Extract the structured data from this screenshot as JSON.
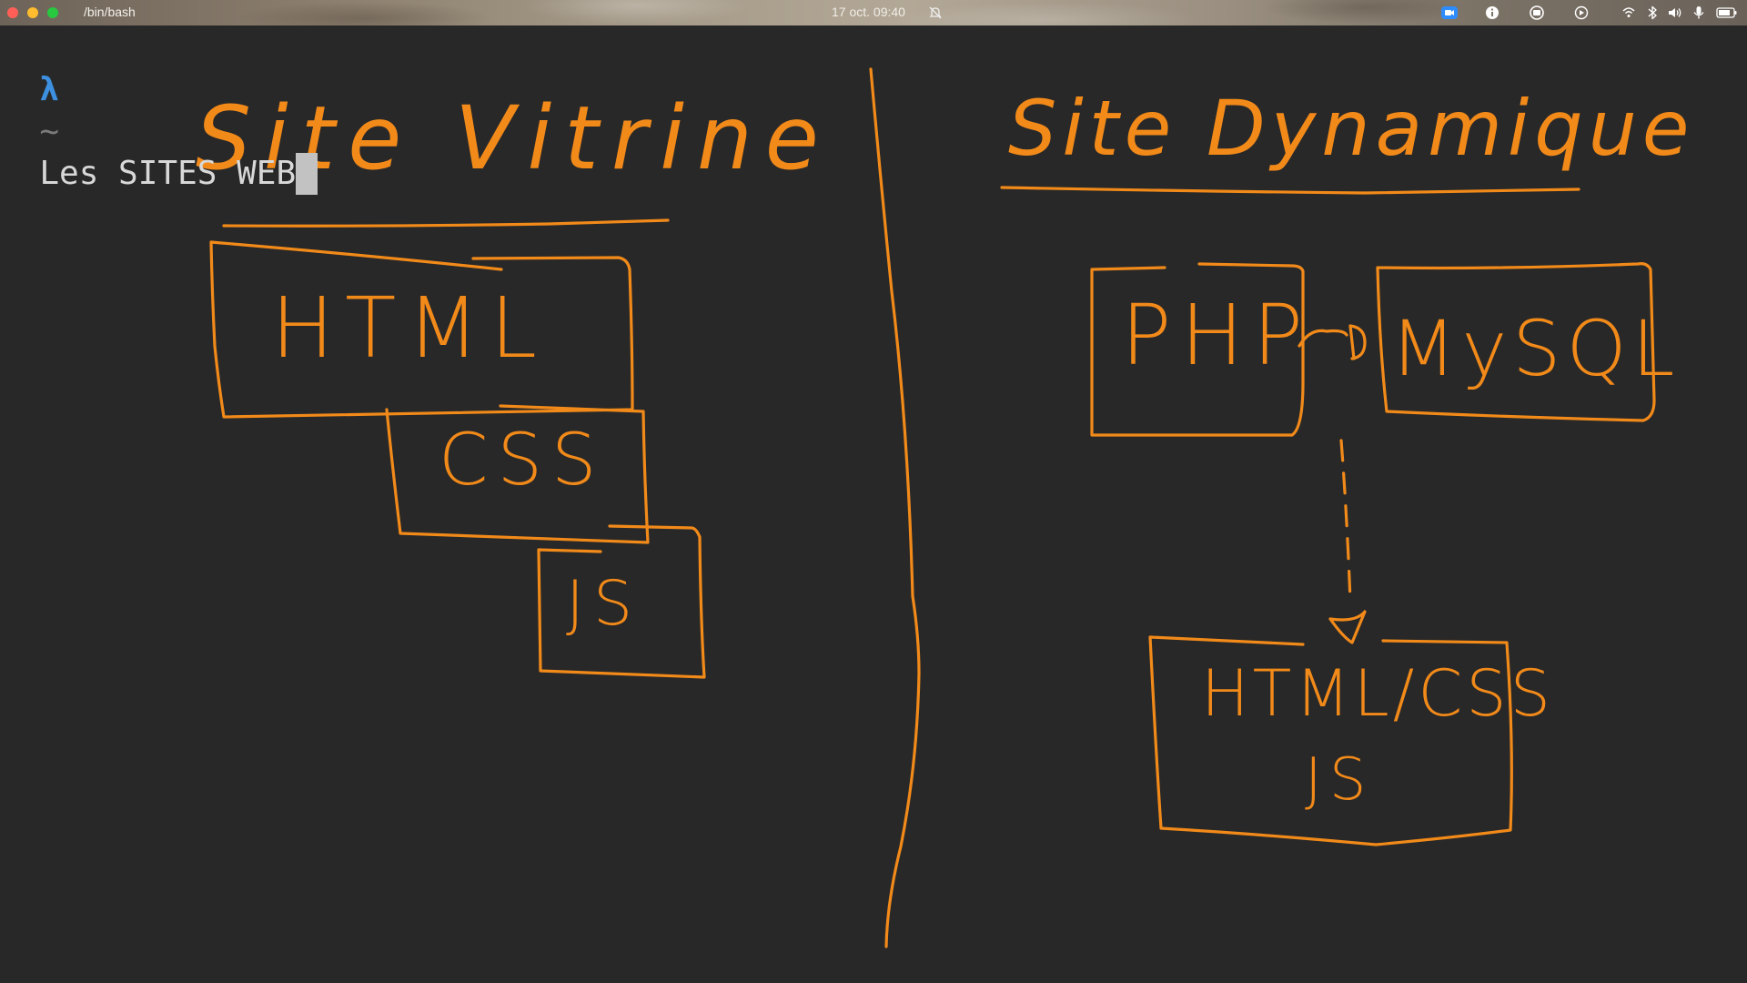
{
  "window": {
    "title": "/bin/bash",
    "clock": "17 oct. 09:40",
    "menubar_icons": [
      "zoom-icon",
      "info-icon",
      "screen-record-icon",
      "timer-icon",
      "wifi-icon",
      "bluetooth-icon",
      "volume-icon",
      "microphone-icon",
      "battery-icon"
    ]
  },
  "terminal": {
    "prompt_symbol": "λ",
    "cwd": "~",
    "command": "Les SITES WEB"
  },
  "whiteboard": {
    "stroke_color": "#f28a1a",
    "left": {
      "heading": "Site Vitrine",
      "boxes": [
        "HTML",
        "CSS",
        "JS"
      ]
    },
    "right": {
      "heading": "Site Dynamique",
      "boxes": [
        "PHP",
        "MySQL",
        "HTML/CSS",
        "JS"
      ]
    }
  }
}
